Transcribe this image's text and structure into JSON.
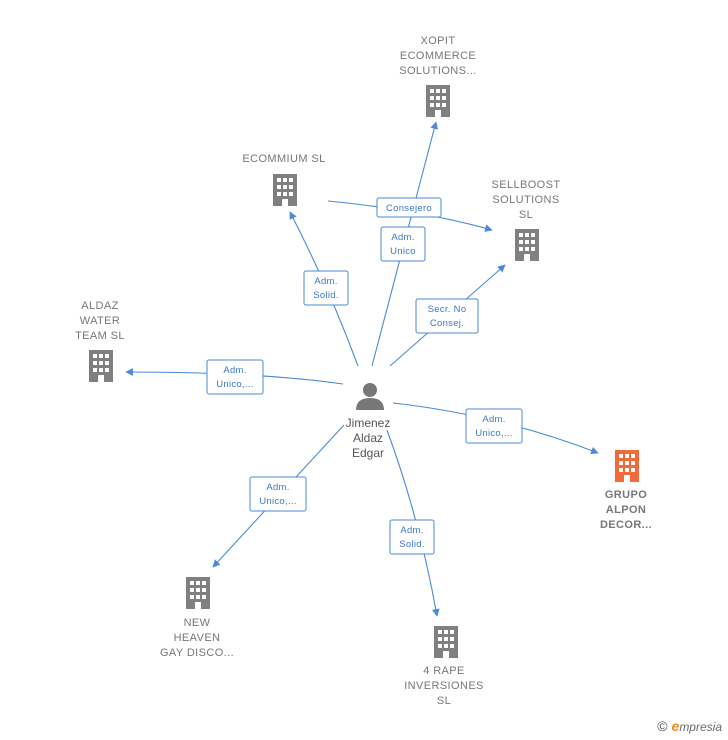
{
  "center": {
    "lines": [
      "Jimenez",
      "Aldaz",
      "Edgar"
    ],
    "icon": "person-icon"
  },
  "nodes": [
    {
      "id": "xopit",
      "lines": [
        "XOPIT",
        "ECOMMERCE",
        "SOLUTIONS..."
      ],
      "highlight": false,
      "icon": "building-icon"
    },
    {
      "id": "ecommium",
      "lines": [
        "ECOMMIUM  SL"
      ],
      "highlight": false,
      "icon": "building-icon"
    },
    {
      "id": "sellboost",
      "lines": [
        "SELLBOOST",
        "SOLUTIONS",
        "SL"
      ],
      "highlight": false,
      "icon": "building-icon"
    },
    {
      "id": "aldaz",
      "lines": [
        "ALDAZ",
        "WATER",
        "TEAM  SL"
      ],
      "highlight": false,
      "icon": "building-icon"
    },
    {
      "id": "grupo",
      "lines": [
        "GRUPO",
        "ALPON",
        "DECOR..."
      ],
      "highlight": true,
      "icon": "building-icon"
    },
    {
      "id": "newheaven",
      "lines": [
        "NEW",
        "HEAVEN",
        "GAY DISCO..."
      ],
      "highlight": false,
      "icon": "building-icon"
    },
    {
      "id": "rape",
      "lines": [
        "4 RAPE",
        "INVERSIONES",
        "SL"
      ],
      "highlight": false,
      "icon": "building-icon"
    }
  ],
  "edges": [
    {
      "id": "e-xopit",
      "lines": [
        "Adm.",
        "Unico"
      ]
    },
    {
      "id": "e-ecommium-sellboost",
      "lines": [
        "Consejero"
      ]
    },
    {
      "id": "e-ecommium",
      "lines": [
        "Adm.",
        "Solid."
      ]
    },
    {
      "id": "e-sellboost",
      "lines": [
        "Secr.  No",
        "Consej."
      ]
    },
    {
      "id": "e-aldaz",
      "lines": [
        "Adm.",
        "Unico,..."
      ]
    },
    {
      "id": "e-grupo",
      "lines": [
        "Adm.",
        "Unico,..."
      ]
    },
    {
      "id": "e-newheaven",
      "lines": [
        "Adm.",
        "Unico,..."
      ]
    },
    {
      "id": "e-rape",
      "lines": [
        "Adm.",
        "Solid."
      ]
    }
  ],
  "colors": {
    "edge": "#4a8ad8",
    "building": "#808080",
    "highlight": "#f26a3a",
    "person": "#777777"
  },
  "footer": {
    "copyright": "©",
    "brand_initial": "e",
    "brand_rest": "mpresia"
  }
}
